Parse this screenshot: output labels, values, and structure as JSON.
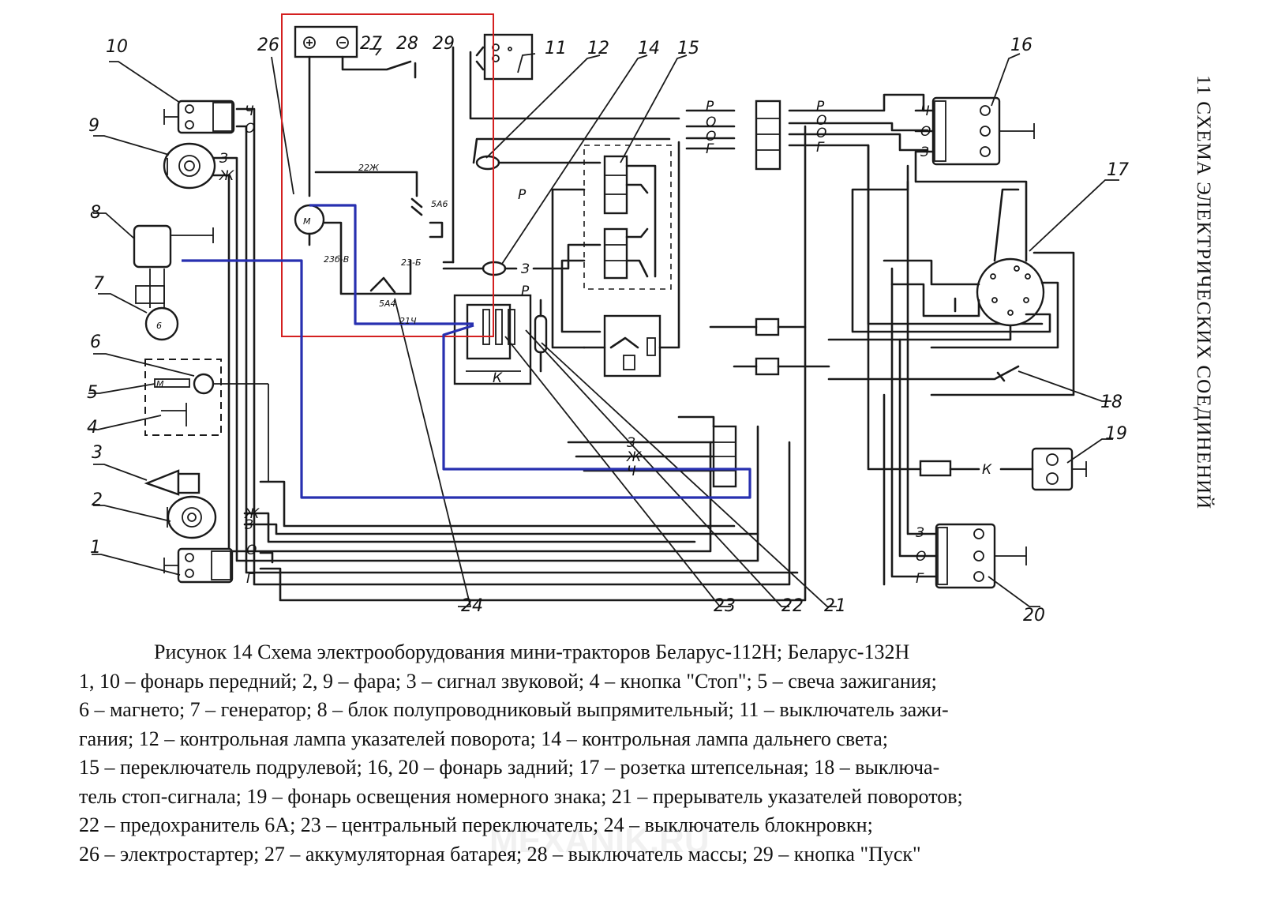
{
  "side_title": "11 СХЕМА ЭЛЕКТРИЧЕСКИХ СОЕДИНЕНИЙ",
  "figure_title": "Рисунок 14  Схема электрооборудования мини-тракторов Беларус-112Н; Беларус-132Н",
  "legend_lines": [
    "1, 10 – фонарь передний; 2, 9 – фара; 3 – сигнал звуковой; 4 – кнопка \"Стоп\"; 5 – свеча зажигания;",
    "6 – магнето; 7 – генератор; 8 – блок полупроводниковый выпрямительный; 11 – выключатель зажи-",
    "гания; 12 – контрольная лампа указателей поворота; 14 – контрольная лампа дальнего света;",
    "15 – переключатель подрулевой; 16, 20 – фонарь задний; 17 – розетка штепсельная; 18 – выключа-",
    "тель стоп-сигнала; 19 – фонарь освещения номерного знака; 21 – прерыватель указателей поворотов;",
    "22 – предохранитель 6А; 23 – центральный переключатель; 24 – выключатель блокнровкн;",
    "26 – электростартер; 27 – аккумуляторная батарея; 28 – выключатель массы; 29 – кнопка \"Пуск\""
  ],
  "watermark": "MEXANIK.RU",
  "callouts": [
    "1",
    "2",
    "3",
    "4",
    "5",
    "6",
    "7",
    "8",
    "9",
    "10",
    "11",
    "12",
    "14",
    "15",
    "16",
    "17",
    "18",
    "19",
    "20",
    "21",
    "22",
    "23",
    "24",
    "26",
    "27",
    "28",
    "29"
  ],
  "wire_marks": {
    "ch": "Ч",
    "o": "О",
    "z": "З",
    "zh": "Ж",
    "g": "Г",
    "r": "Р",
    "k": "К",
    "m": "М",
    "v": "В",
    "g6": "6",
    "w22": "22Ж",
    "w23b": "23-Б",
    "w23bv": "23б-В",
    "fuse5": "5А6",
    "fuse5b": "5А4",
    "w21": "21Ч"
  },
  "highlight_colors": {
    "red_box": "#d42020",
    "blue_wire": "#2830b0"
  }
}
